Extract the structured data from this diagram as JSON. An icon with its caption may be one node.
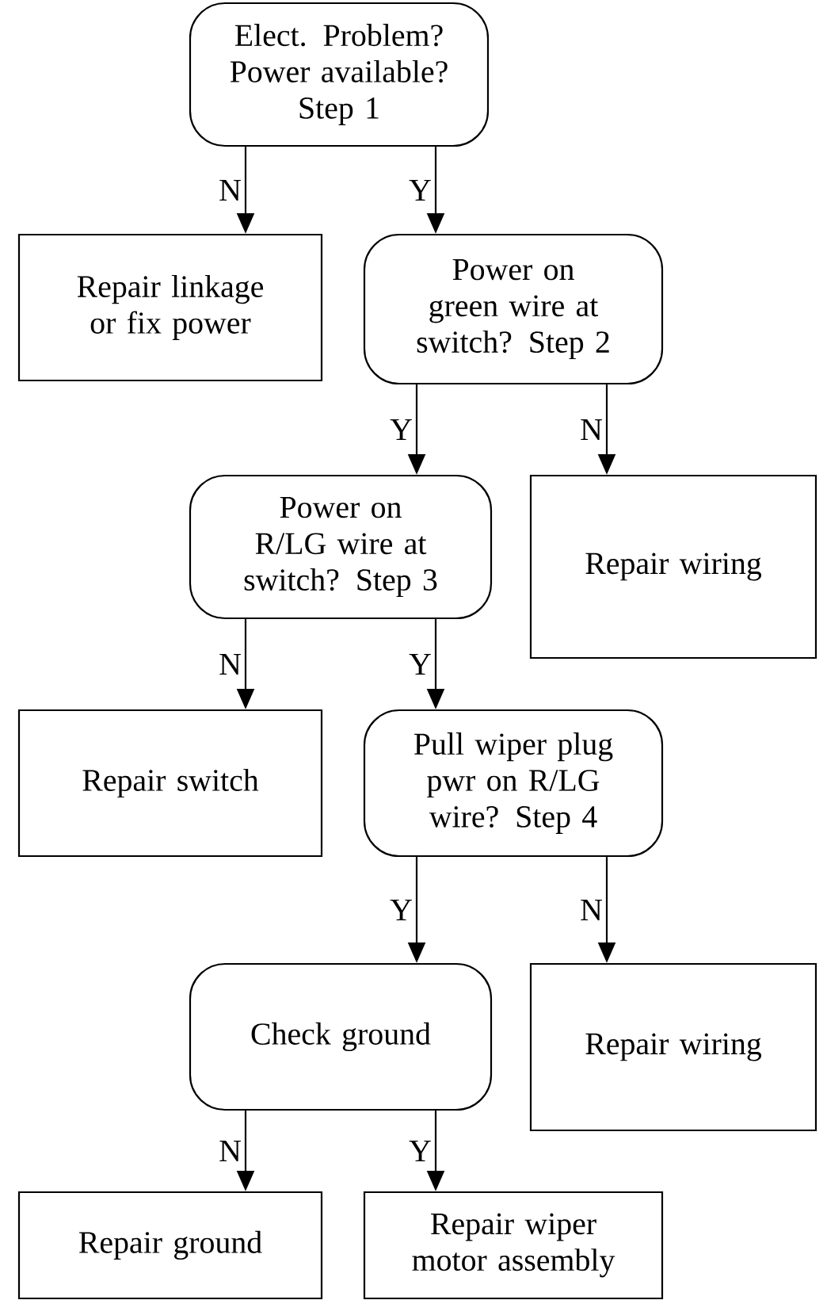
{
  "diagram": {
    "nodes": [
      {
        "text": [
          "Elect. Problem? Power available? Step 1"
        ]
      },
      {
        "text": [
          "Repair linkage or fix power"
        ]
      },
      {
        "text": [
          "Power on green wire at switch? Step 2"
        ]
      },
      {
        "text": [
          "Power on R/LG wire at switch? Step 3"
        ]
      },
      {
        "text": [
          "Repair wiring"
        ]
      },
      {
        "text": [
          "Repair switch"
        ]
      },
      {
        "text": [
          "Pull wiper plug pwr on R/LG wire? Step 4"
        ]
      },
      {
        "text": [
          "Check ground"
        ]
      },
      {
        "text": [
          "Repair wiring"
        ]
      },
      {
        "text": [
          "Repair ground"
        ]
      },
      {
        "text": [
          "Repair wiper motor assembly"
        ]
      }
    ],
    "edges": [
      {
        "from": 0,
        "to": 1,
        "arrow": "to",
        "label": "N"
      },
      {
        "from": 0,
        "to": 2,
        "arrow": "to",
        "label": "Y"
      },
      {
        "from": 2,
        "to": 3,
        "arrow": "to",
        "label": "Y"
      },
      {
        "from": 2,
        "to": 4,
        "arrow": "to",
        "label": "N"
      },
      {
        "from": 3,
        "to": 5,
        "arrow": "to",
        "label": "N"
      },
      {
        "from": 3,
        "to": 6,
        "arrow": "to",
        "label": "Y"
      },
      {
        "from": 6,
        "to": 7,
        "arrow": "to",
        "label": "Y"
      },
      {
        "from": 6,
        "to": 8,
        "arrow": "to",
        "label": "N"
      },
      {
        "from": 7,
        "to": 9,
        "arrow": "to",
        "label": "N"
      },
      {
        "from": 7,
        "to": 10,
        "arrow": "to",
        "label": "Y"
      }
    ]
  }
}
